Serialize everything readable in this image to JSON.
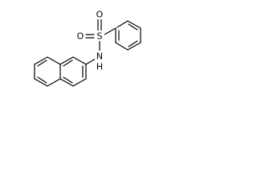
{
  "molecule": {
    "atoms": {
      "o_top": "O",
      "o_left": "O",
      "s": "S",
      "n": "N",
      "h": "H"
    }
  }
}
